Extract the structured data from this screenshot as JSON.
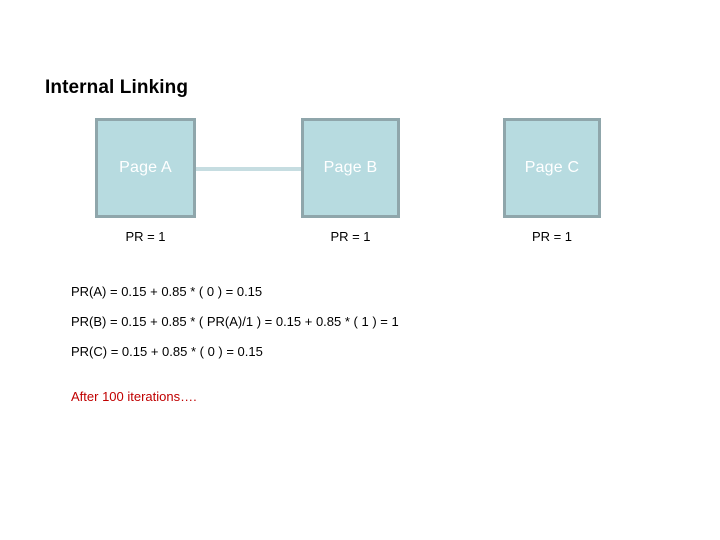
{
  "slide": {
    "title": "Internal Linking",
    "background_color": "#ffffff"
  },
  "diagram": {
    "box_fill_color": "#b7dbe0",
    "box_border_color": "#8fa6ab",
    "box_label_color": "#ffffff",
    "connector_color": "#c6dde1",
    "nodes": [
      {
        "id": "a",
        "label": "Page A",
        "pr_label": "PR = 1"
      },
      {
        "id": "b",
        "label": "Page B",
        "pr_label": "PR = 1"
      },
      {
        "id": "c",
        "label": "Page C",
        "pr_label": "PR = 1"
      }
    ],
    "edges": [
      {
        "from": "Page A",
        "to": "Page B"
      }
    ]
  },
  "formulas": [
    "PR(A) = 0.15 + 0.85 * ( 0 ) = 0.15",
    "PR(B) = 0.15 + 0.85 * ( PR(A)/1 ) = 0.15 + 0.85 * ( 1 ) = 1",
    "PR(C) = 0.15 + 0.85 * ( 0 ) = 0.15"
  ],
  "footnote": {
    "text": "After 100 iterations….",
    "color": "#c00000"
  }
}
